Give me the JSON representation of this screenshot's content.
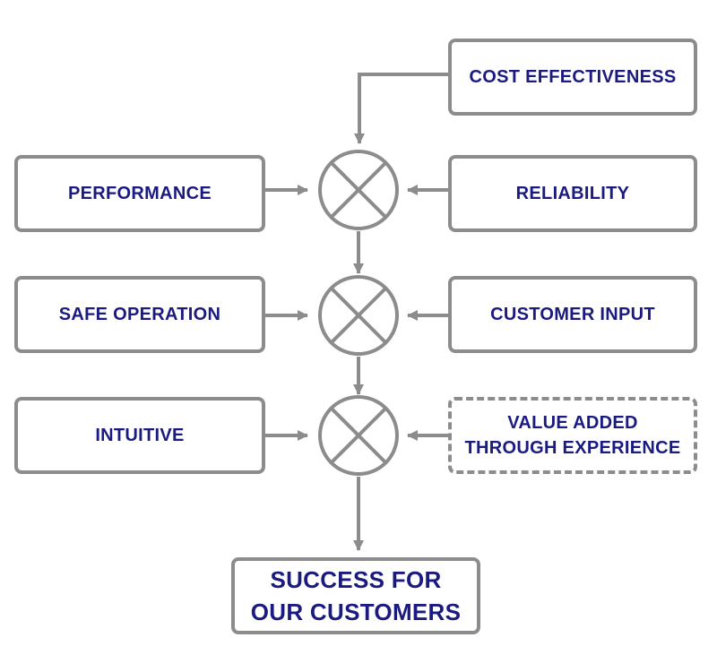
{
  "colors": {
    "text": "#1a1a80",
    "line": "#8c8c8c",
    "background": "#ffffff"
  },
  "inputs": {
    "cost_effectiveness": "COST EFFECTIVENESS",
    "performance": "PERFORMANCE",
    "reliability": "RELIABILITY",
    "safe_operation": "SAFE OPERATION",
    "customer_input": "CUSTOMER INPUT",
    "intuitive": "INTUITIVE",
    "value_added": "VALUE ADDED\nTHROUGH EXPERIENCE"
  },
  "output": {
    "success": "SUCCESS FOR\nOUR CUSTOMERS"
  },
  "junctions": [
    {
      "name": "junction-1",
      "symbol": "circle-x-icon"
    },
    {
      "name": "junction-2",
      "symbol": "circle-x-icon"
    },
    {
      "name": "junction-3",
      "symbol": "circle-x-icon"
    }
  ]
}
